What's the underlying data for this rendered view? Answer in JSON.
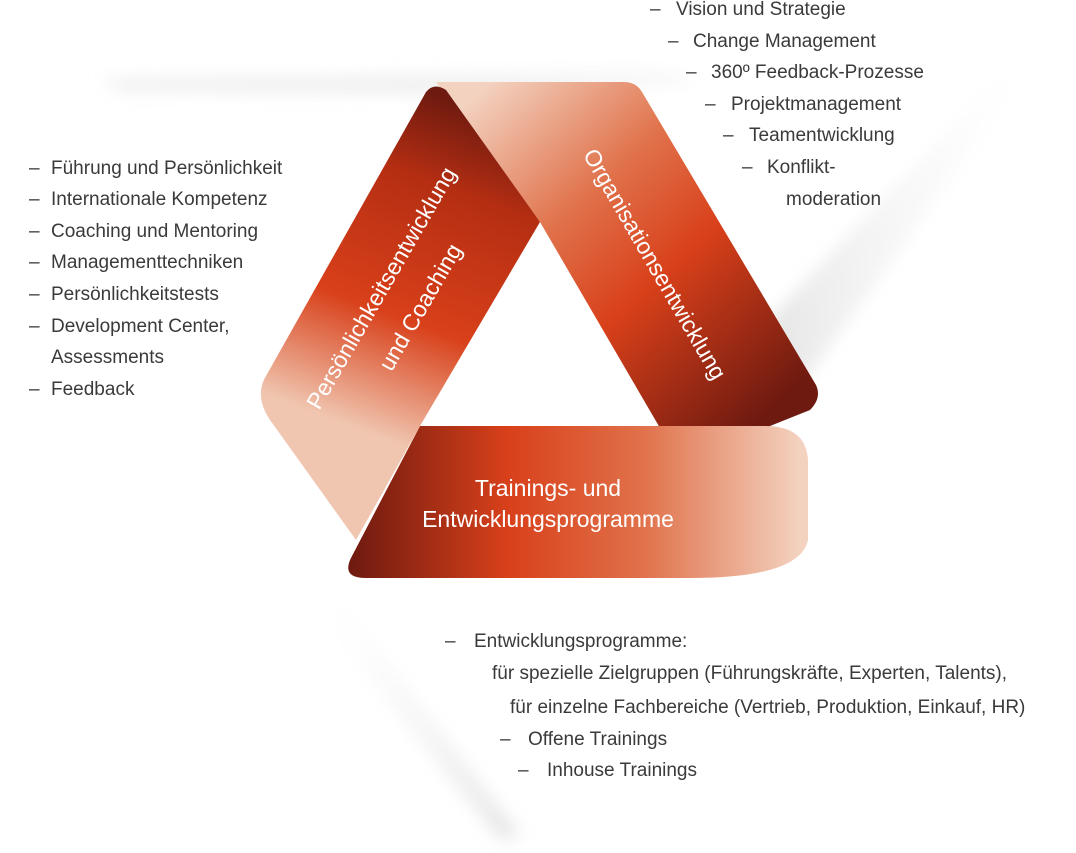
{
  "colors": {
    "band_dark": "#6e1a10",
    "band_mid": "#d8401a",
    "band_light": "#f0c6b0",
    "text": "#3a3a3a",
    "band_text": "#ffffff"
  },
  "bands": {
    "left_label_line1": "Persönlichkeitsentwicklung",
    "left_label_line2": "und Coaching",
    "right_label": "Organisationsentwicklung",
    "bottom_label_line1": "Trainings- und",
    "bottom_label_line2": "Entwicklungsprogramme"
  },
  "left_list": [
    {
      "dash": "–",
      "text": "Führung und Persönlichkeit"
    },
    {
      "dash": "–",
      "text": "Internationale Kompetenz"
    },
    {
      "dash": "–",
      "text": "Coaching und Mentoring"
    },
    {
      "dash": "–",
      "text": "Managementtechniken"
    },
    {
      "dash": "–",
      "text": "Persönlichkeitstests"
    },
    {
      "dash": "–",
      "text": "Development Center,"
    },
    {
      "dash": "",
      "text": "Assessments"
    },
    {
      "dash": "–",
      "text": "Feedback"
    }
  ],
  "right_list": [
    {
      "dash": "–",
      "text": "Vision und Strategie"
    },
    {
      "dash": "–",
      "text": "Change Management"
    },
    {
      "dash": "–",
      "text": "360º Feedback-Prozesse"
    },
    {
      "dash": "–",
      "text": "Projektmanagement"
    },
    {
      "dash": "–",
      "text": "Teamentwicklung"
    },
    {
      "dash": "–",
      "text": "Konflikt-"
    },
    {
      "dash": "",
      "text": "moderation"
    }
  ],
  "bottom_list": [
    {
      "dash": "–",
      "text": "Entwicklungsprogramme:"
    },
    {
      "dash": "",
      "text": "für spezielle Zielgruppen (Führungskräfte, Experten, Talents),"
    },
    {
      "dash": "",
      "text": "für einzelne Fachbereiche (Vertrieb, Produktion, Einkauf, HR)"
    },
    {
      "dash": "–",
      "text": "Offene Trainings"
    },
    {
      "dash": "–",
      "text": "Inhouse Trainings"
    }
  ]
}
